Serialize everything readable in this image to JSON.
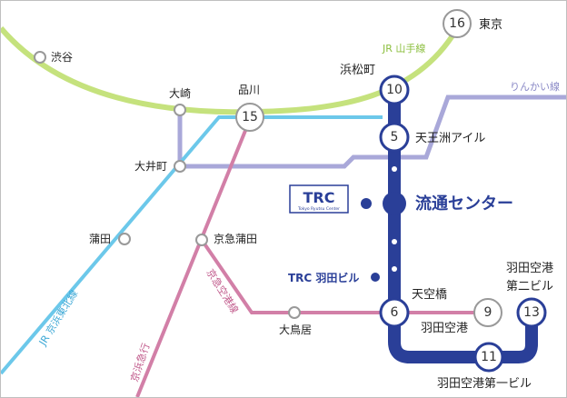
{
  "lines": {
    "yamanote": {
      "label": "JR 山手線",
      "color": "#c5e27d"
    },
    "rinkai": {
      "label": "りんかい線",
      "color": "#a9a8d9"
    },
    "keihin_tohoku": {
      "label": "JR 京浜東北線",
      "color": "#6cc8ea"
    },
    "keikyu_main": {
      "label": "京浜急行",
      "color": "#d27fa7"
    },
    "keikyu_airport": {
      "label": "京急空港線",
      "color": "#d27fa7"
    },
    "monorail": {
      "color": "#2a3f98"
    }
  },
  "stations": {
    "shibuya": "渋谷",
    "osaki": "大崎",
    "oimachi": "大井町",
    "kamata": "蒲田",
    "shinagawa": "品川",
    "keikyu_kamata": "京急蒲田",
    "otorii": "大鳥居",
    "hamamatsucho": "浜松町",
    "tokyo": "東京",
    "tennozu": "天王洲アイル",
    "ryutsu_center": "流通センター",
    "tenkubashi": "天空橋",
    "haneda_kuko": "羽田空港",
    "haneda_t2": "羽田空港\n第二ビル",
    "haneda_t2_line1": "羽田空港",
    "haneda_t2_line2": "第二ビル",
    "haneda_t1": "羽田空港第一ビル"
  },
  "numbers": {
    "tokyo": "16",
    "hamamatsucho": "10",
    "shinagawa": "15",
    "tennozu": "5",
    "tenkubashi": "6",
    "haneda_kuko": "9",
    "haneda_t1": "11",
    "haneda_t2": "13"
  },
  "trc": {
    "logo": "TRC",
    "logo_sub": "Tokyo Ryutsu Center",
    "haneda_bldg": "TRC 羽田ビル"
  }
}
